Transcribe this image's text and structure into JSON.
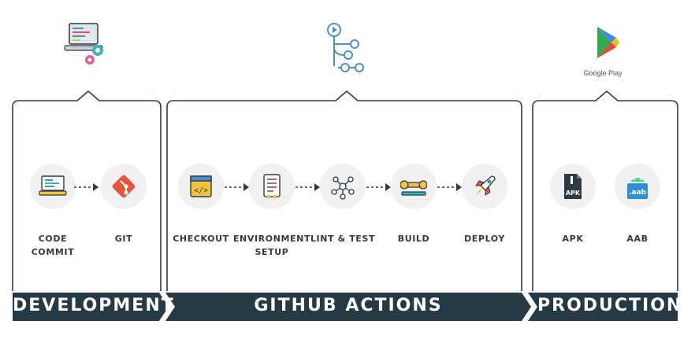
{
  "sections": {
    "development": {
      "banner": "DEVELOPMENT",
      "steps": [
        {
          "label": "CODE\nCOMMIT",
          "icon": "laptop-icon"
        },
        {
          "label": "GIT",
          "icon": "git-icon"
        }
      ]
    },
    "github_actions": {
      "banner": "GITHUB ACTIONS",
      "steps": [
        {
          "label": "CHECKOUT",
          "icon": "code-window-icon"
        },
        {
          "label": "ENVIRONMENT\nSETUP",
          "icon": "settings-panel-icon"
        },
        {
          "label": "LINT & TEST",
          "icon": "network-icon"
        },
        {
          "label": "BUILD",
          "icon": "wrench-icon"
        },
        {
          "label": "DEPLOY",
          "icon": "rocket-icon"
        }
      ]
    },
    "production": {
      "banner": "PRODUCTION",
      "store_label": "Google Play",
      "steps": [
        {
          "label": "APK",
          "icon": "apk-file-icon"
        },
        {
          "label": "AAB",
          "icon": "android-aab-icon"
        }
      ]
    }
  },
  "colors": {
    "banner": "#253a44",
    "accent_red": "#e8533c",
    "accent_yellow": "#f4c23f",
    "accent_blue": "#4a90c8",
    "border": "#2f3b42"
  }
}
